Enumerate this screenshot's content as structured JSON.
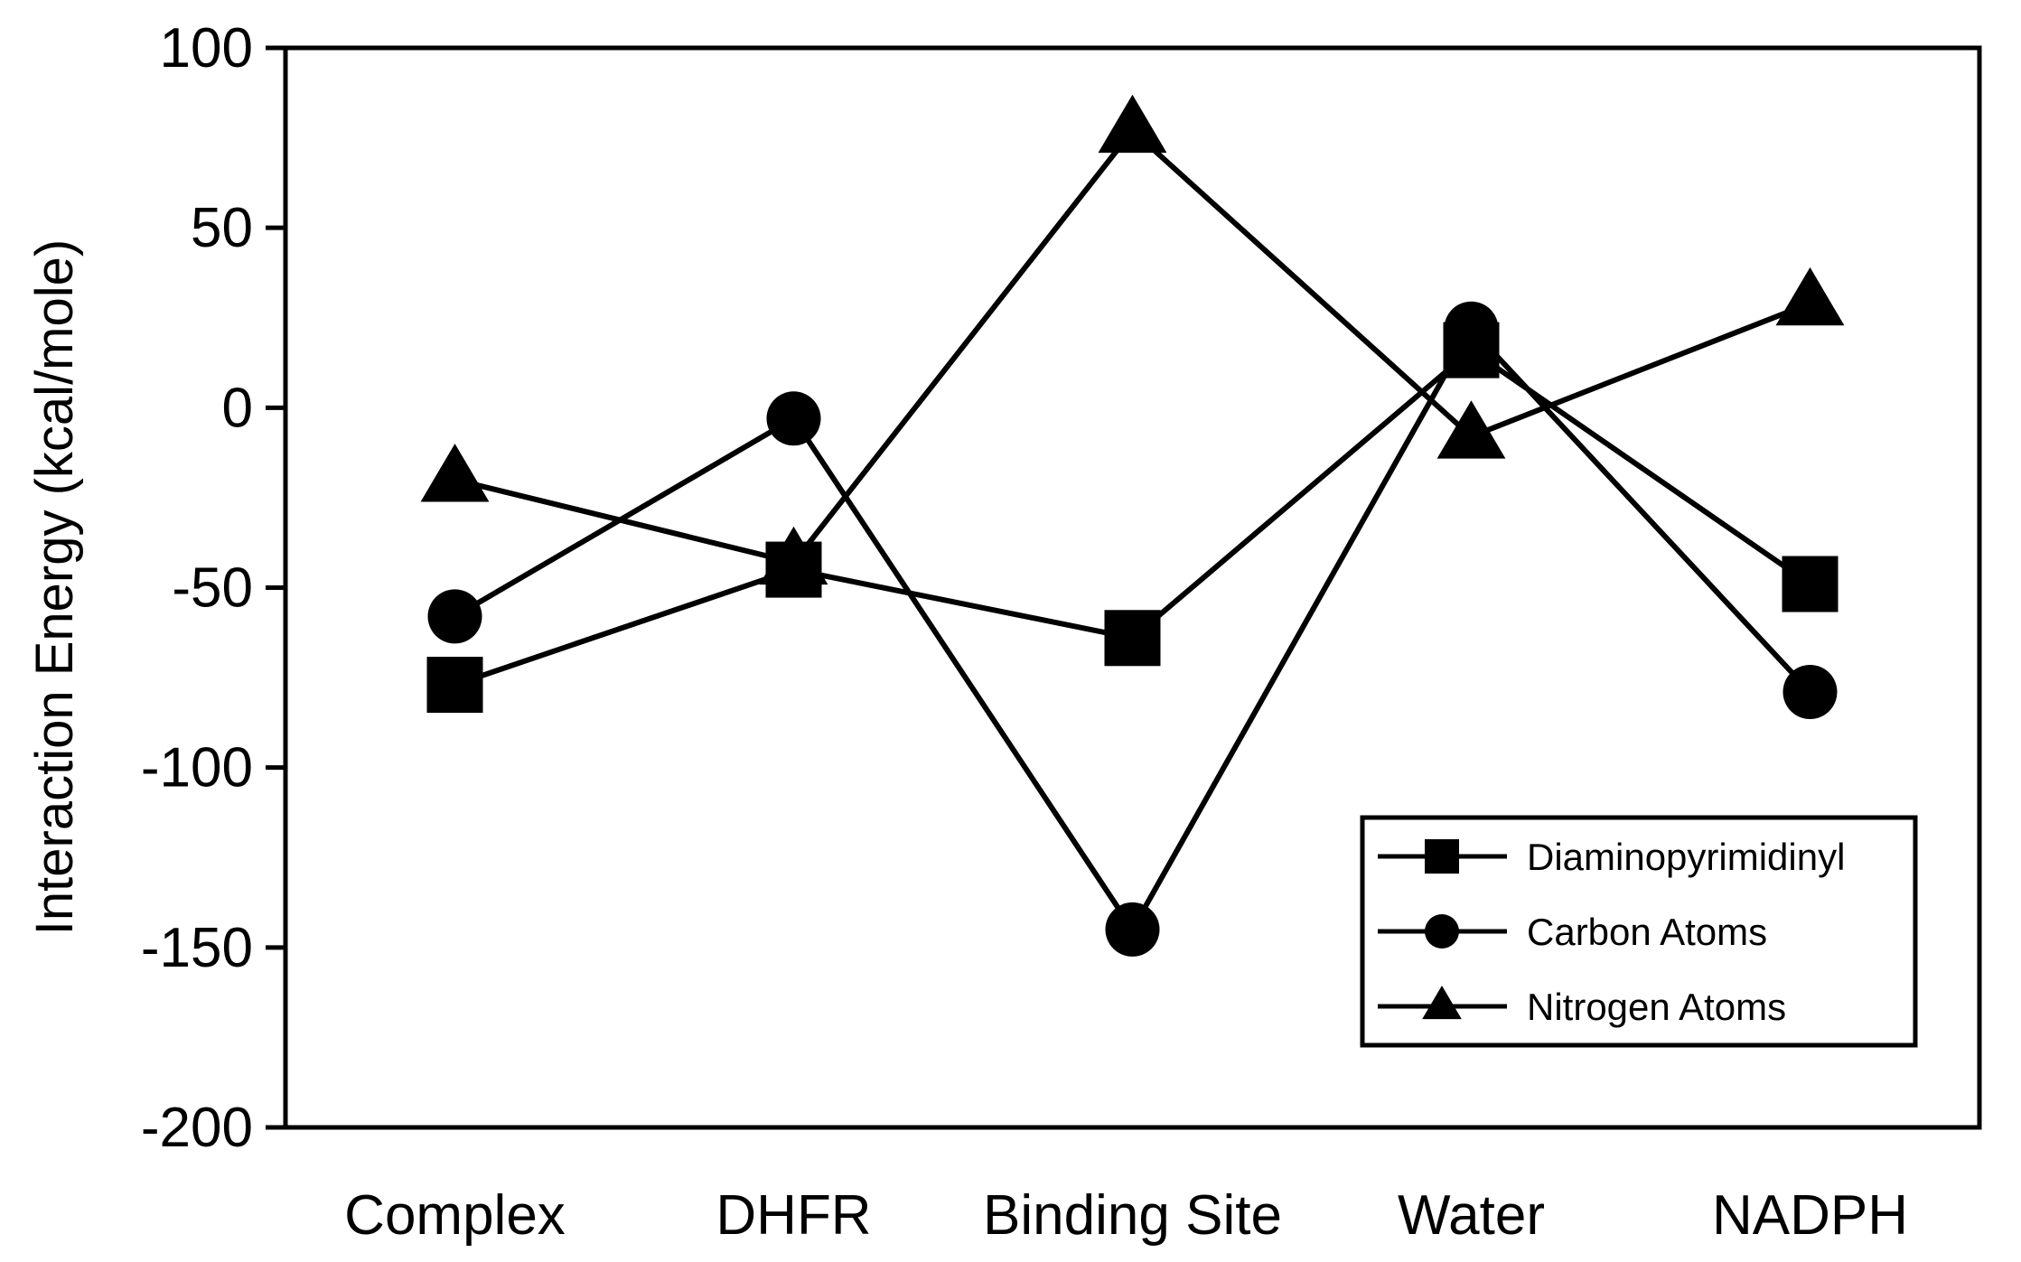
{
  "chart_data": {
    "type": "line",
    "title": "",
    "xlabel": "",
    "ylabel": "Interaction Energy (kcal/mole)",
    "categories": [
      "Complex",
      "DHFR",
      "Binding Site",
      "Water",
      "NADPH"
    ],
    "ylim": [
      -200,
      100
    ],
    "yticks": [
      100,
      50,
      0,
      -50,
      -100,
      -150,
      -200
    ],
    "grid": false,
    "legend_position": "bottom-right",
    "series": [
      {
        "name": "Diaminopyrimidinyl",
        "marker": "square",
        "values": [
          -77,
          -45,
          -64,
          16,
          -49
        ]
      },
      {
        "name": "Carbon Atoms",
        "marker": "circle",
        "values": [
          -58,
          -3,
          -145,
          22,
          -79
        ]
      },
      {
        "name": "Nitrogen Atoms",
        "marker": "triangle",
        "values": [
          -20,
          -43,
          77,
          -8,
          29
        ]
      }
    ],
    "colors": {
      "line": "#000000",
      "marker": "#000000",
      "background": "#ffffff"
    }
  }
}
